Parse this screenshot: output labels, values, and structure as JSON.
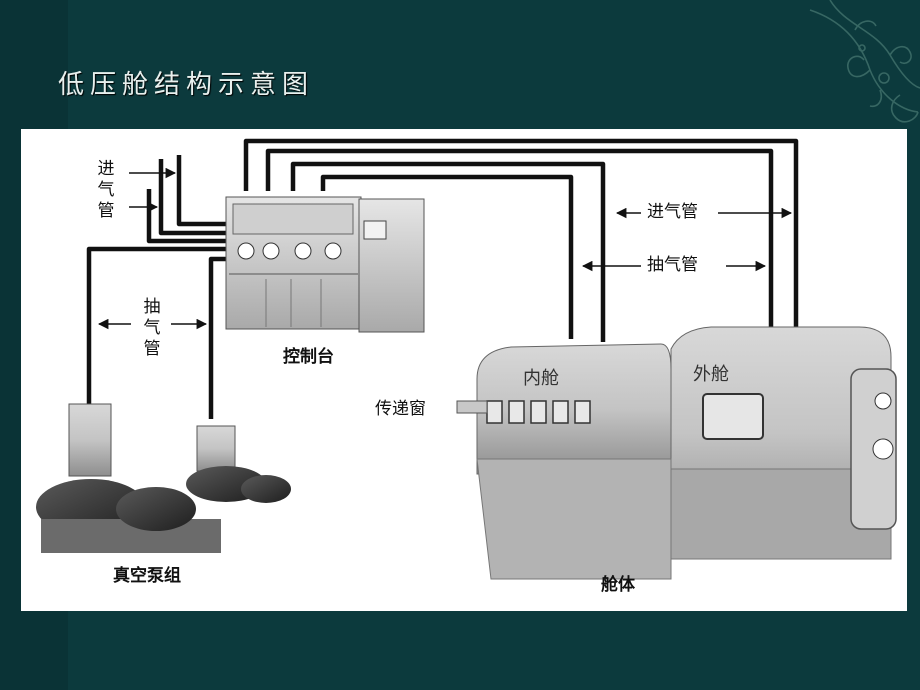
{
  "slide": {
    "title": "低压舱结构示意图",
    "background_color": "#0c3a3d",
    "title_color": "#e8f0ee",
    "ornament": "decorative-floral-swirl"
  },
  "diagram": {
    "labels": {
      "intake_pipe_left_1": "进",
      "intake_pipe_left_2": "气",
      "intake_pipe_left_3": "管",
      "exhaust_pipe_left_1": "抽",
      "exhaust_pipe_left_2": "气",
      "exhaust_pipe_left_3": "管",
      "intake_pipe_right": "进气管",
      "exhaust_pipe_right": "抽气管",
      "control_console": "控制台",
      "vacuum_pump_group": "真空泵组",
      "chamber_body": "舱体",
      "inner_chamber": "内舱",
      "outer_chamber": "外舱",
      "transfer_window": "传递窗"
    }
  }
}
